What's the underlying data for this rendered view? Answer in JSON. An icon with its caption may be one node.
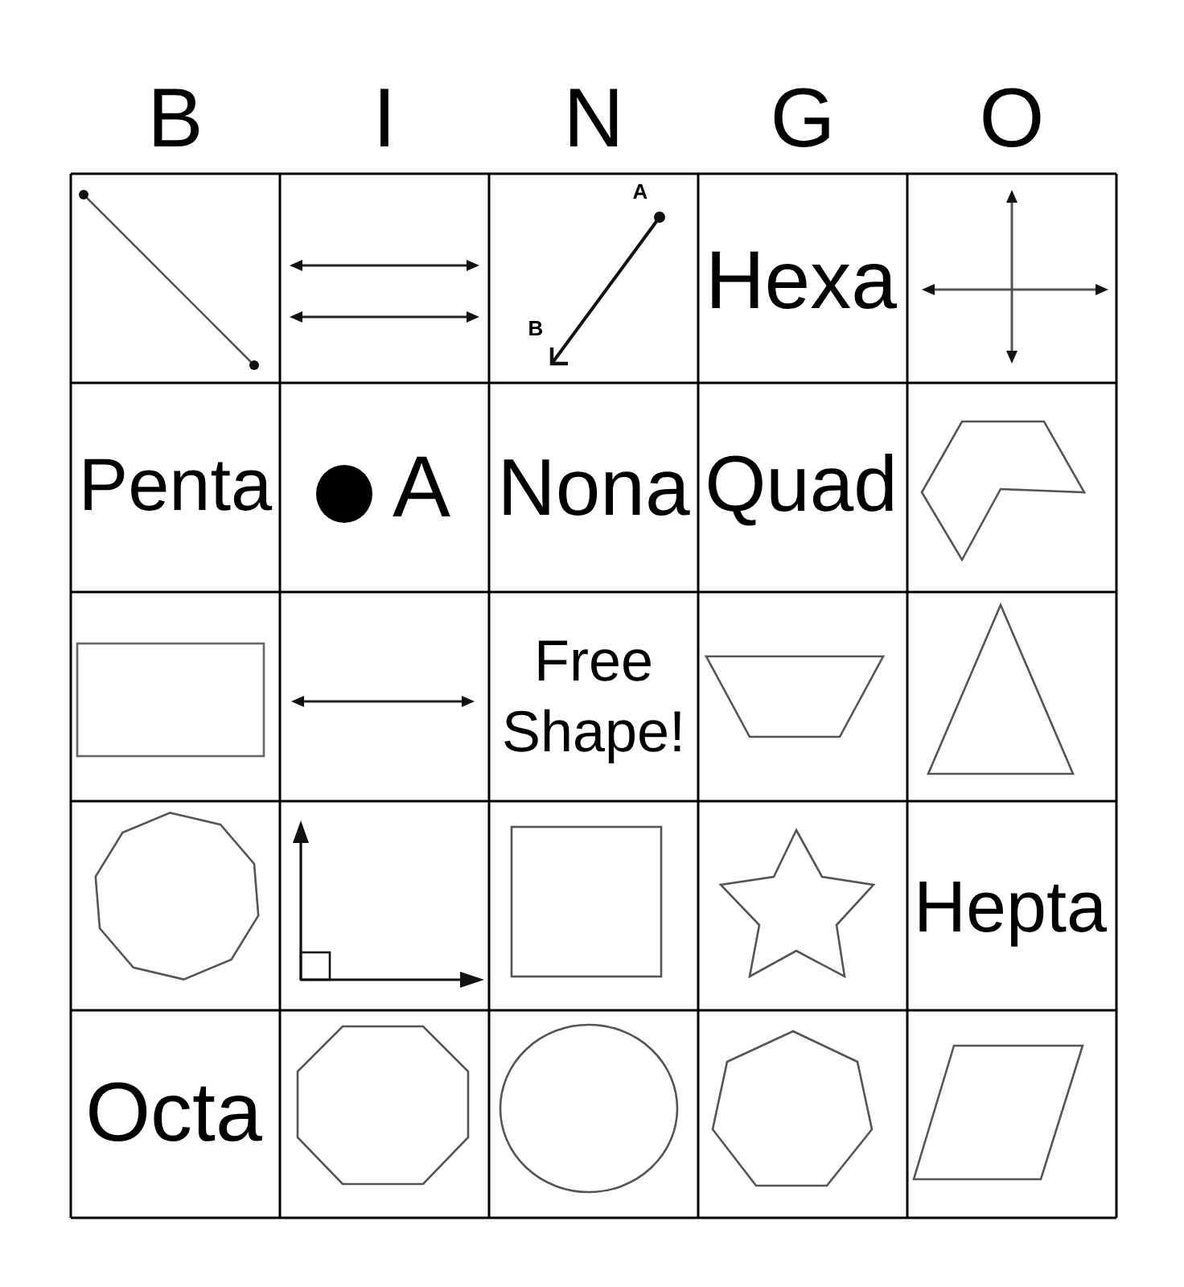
{
  "diagram": {
    "labels": [
      "B",
      "I",
      "N",
      "G",
      "O",
      "A",
      "B",
      "Hexa",
      "Penta",
      "A",
      "Nona",
      "Quad",
      "Free Shape!",
      "Hepta",
      "Octa"
    ]
  }
}
